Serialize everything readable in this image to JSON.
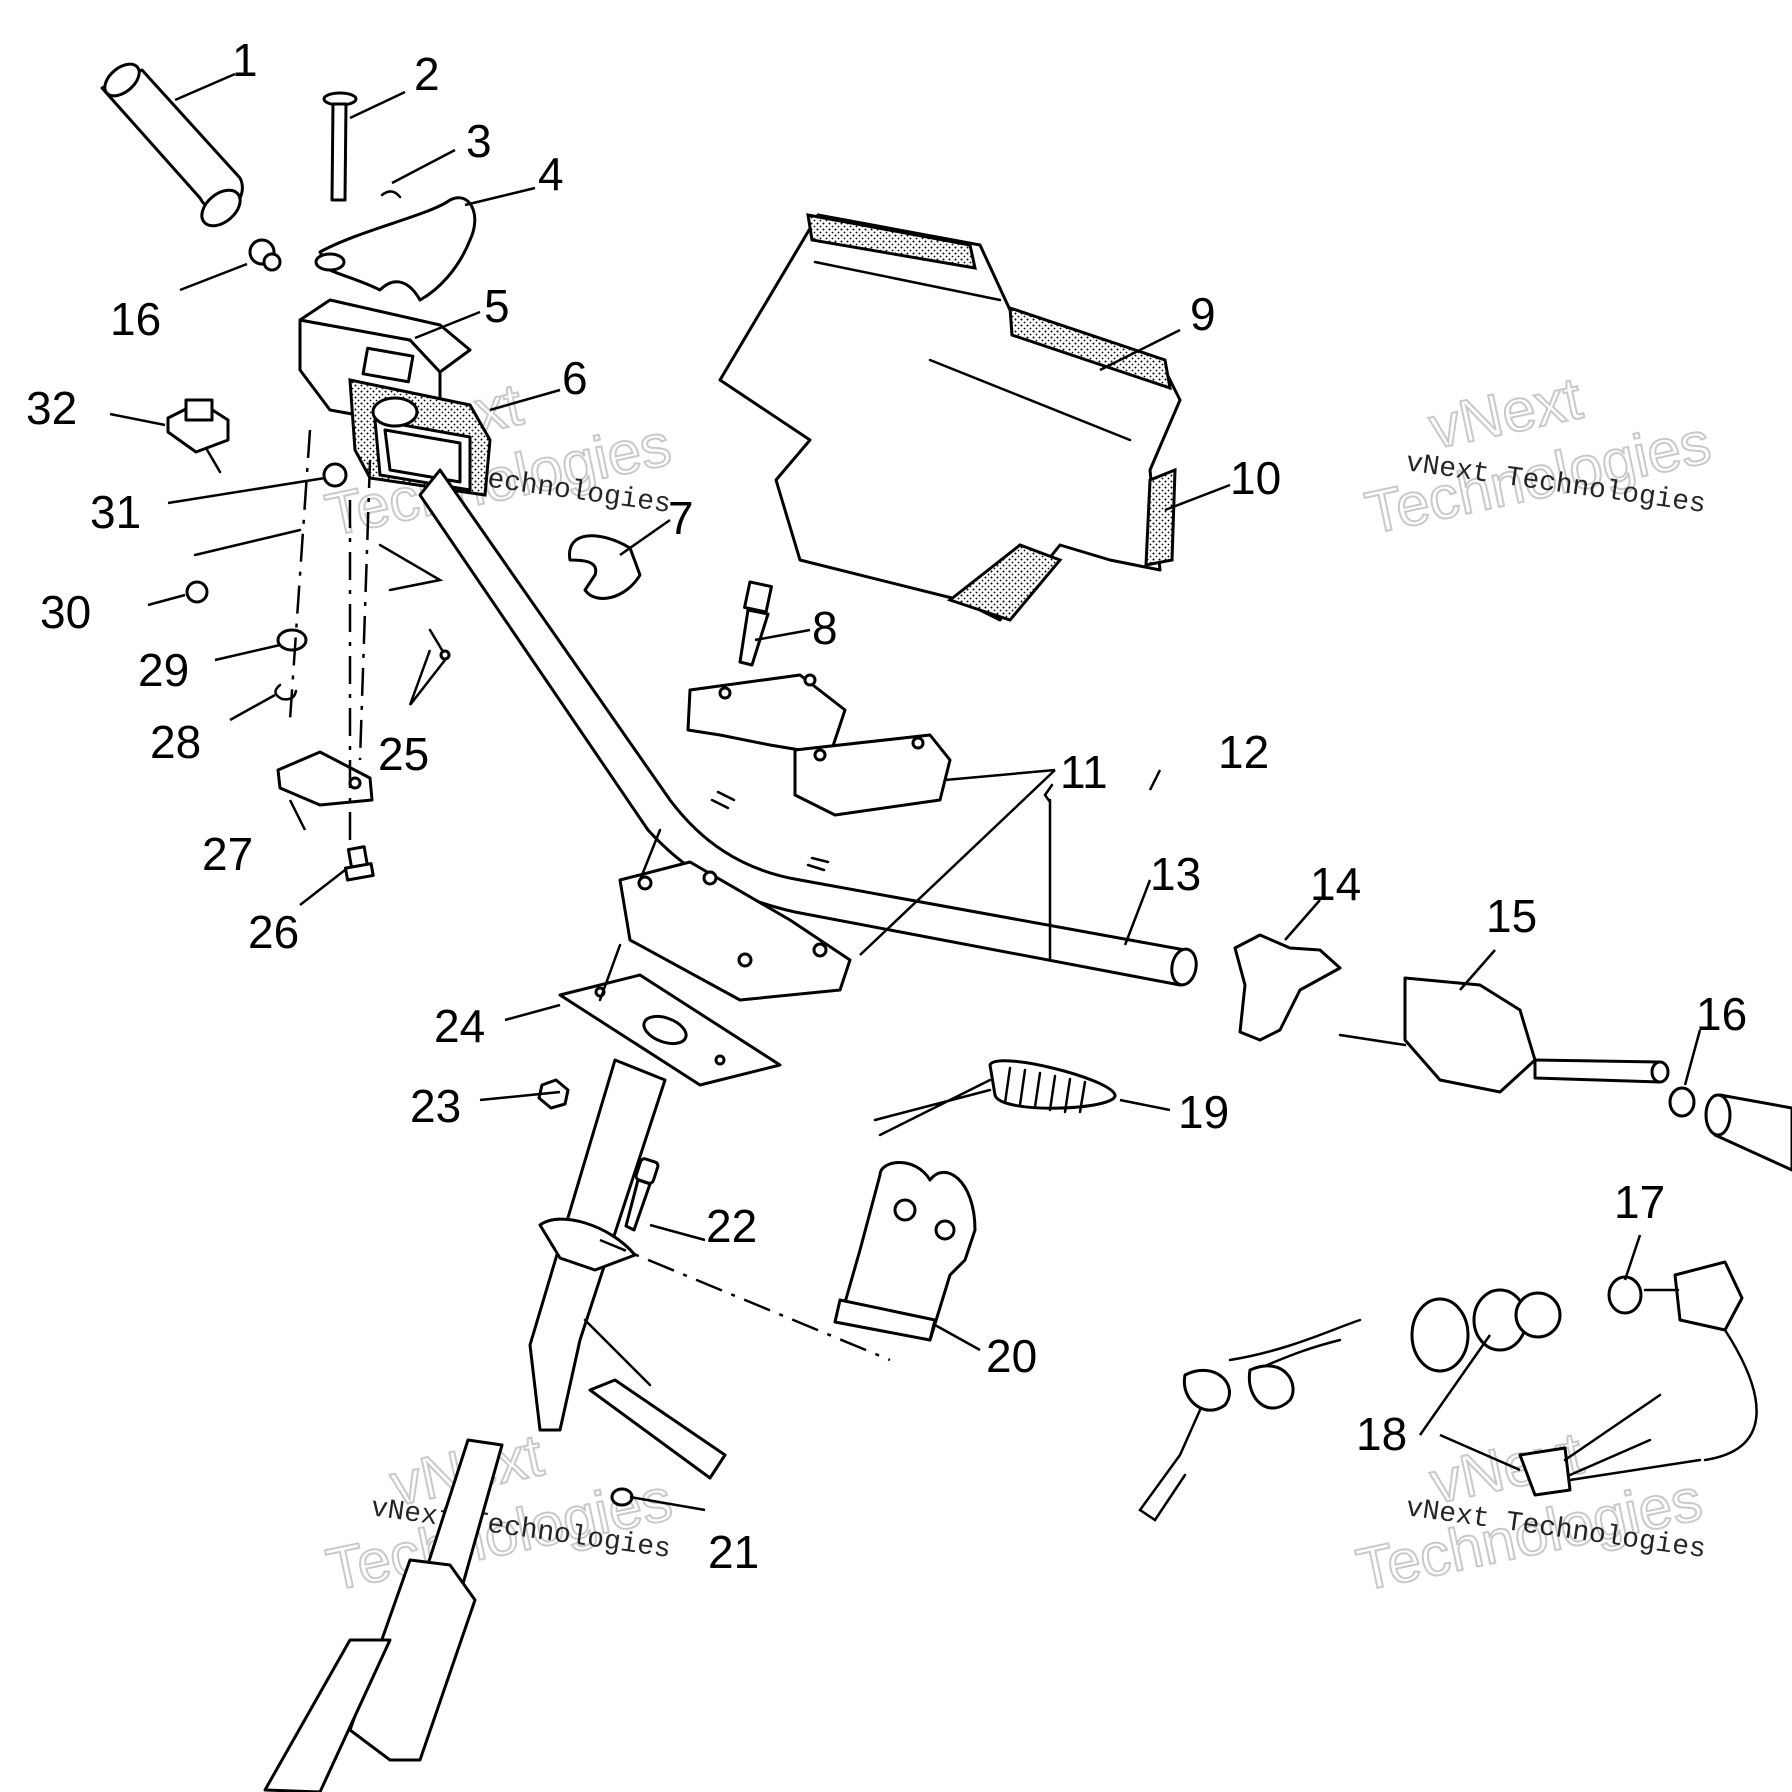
{
  "diagram": {
    "callouts": [
      {
        "id": "c1",
        "text": "1"
      },
      {
        "id": "c2",
        "text": "2"
      },
      {
        "id": "c3",
        "text": "3"
      },
      {
        "id": "c4",
        "text": "4"
      },
      {
        "id": "c5",
        "text": "5"
      },
      {
        "id": "c6",
        "text": "6"
      },
      {
        "id": "c7",
        "text": "7"
      },
      {
        "id": "c8",
        "text": "8"
      },
      {
        "id": "c9",
        "text": "9"
      },
      {
        "id": "c10",
        "text": "10"
      },
      {
        "id": "c11",
        "text": "11"
      },
      {
        "id": "c12",
        "text": "12"
      },
      {
        "id": "c13",
        "text": "13"
      },
      {
        "id": "c14",
        "text": "14"
      },
      {
        "id": "c15",
        "text": "15"
      },
      {
        "id": "c16a",
        "text": "16"
      },
      {
        "id": "c16b",
        "text": "16"
      },
      {
        "id": "c17",
        "text": "17"
      },
      {
        "id": "c18",
        "text": "18"
      },
      {
        "id": "c19",
        "text": "19"
      },
      {
        "id": "c20",
        "text": "20"
      },
      {
        "id": "c21",
        "text": "21"
      },
      {
        "id": "c22",
        "text": "22"
      },
      {
        "id": "c23",
        "text": "23"
      },
      {
        "id": "c24",
        "text": "24"
      },
      {
        "id": "c25",
        "text": "25"
      },
      {
        "id": "c26",
        "text": "26"
      },
      {
        "id": "c27",
        "text": "27"
      },
      {
        "id": "c28",
        "text": "28"
      },
      {
        "id": "c29",
        "text": "29"
      },
      {
        "id": "c30",
        "text": "30"
      },
      {
        "id": "c31",
        "text": "31"
      },
      {
        "id": "c32",
        "text": "32"
      }
    ]
  },
  "watermark": {
    "small": "vNext Technologies",
    "line1": "vNext",
    "line2": "Technologies"
  }
}
